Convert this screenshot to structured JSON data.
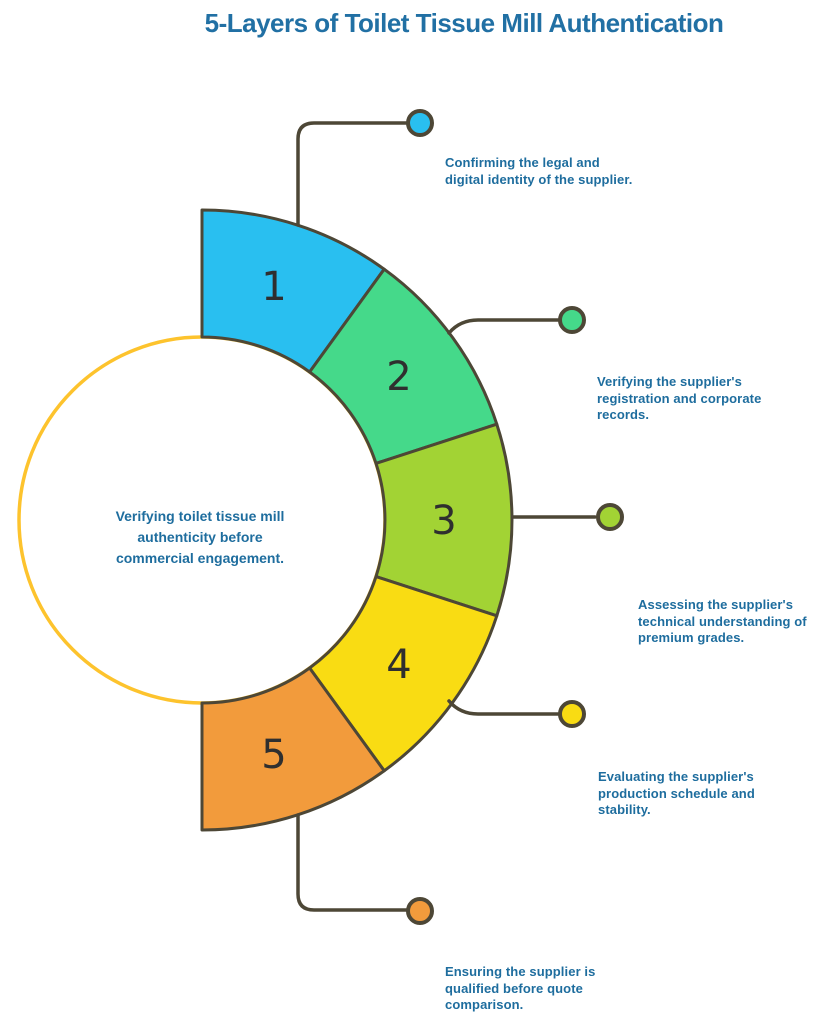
{
  "title": "5-Layers of Toilet Tissue Mill Authentication",
  "center_text": "Verifying toilet tissue mill authenticity before commercial engagement.",
  "colors": {
    "background": "#ffffff",
    "title_text": "#2170a4",
    "body_text": "#1e6d9e",
    "outline": "#4d4736",
    "number_text": "#2f2f2f",
    "accent_ring": "#fdc32d"
  },
  "layers": [
    {
      "number": "1",
      "color": "#29bff0",
      "description": "Confirming the legal and digital identity of the supplier."
    },
    {
      "number": "2",
      "color": "#45d98a",
      "description": "Verifying the supplier's registration and corporate records."
    },
    {
      "number": "3",
      "color": "#a2d334",
      "description": "Assessing the supplier's technical understanding of premium grades."
    },
    {
      "number": "4",
      "color": "#f9dc13",
      "description": "Evaluating the supplier's production schedule and stability."
    },
    {
      "number": "5",
      "color": "#f29b3c",
      "description": "Ensuring the supplier is qualified before quote comparison."
    }
  ]
}
